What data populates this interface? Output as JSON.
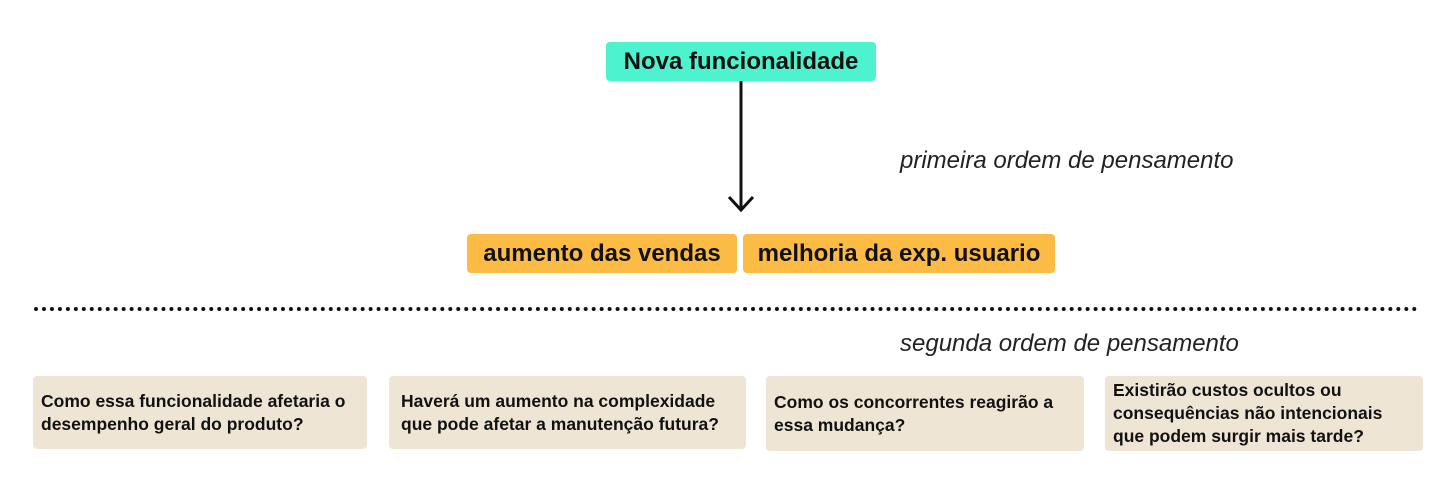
{
  "diagram": {
    "root": {
      "label": "Nova funcionalidade",
      "color": "#4df2cf"
    },
    "first_order": {
      "caption": "primeira ordem de pensamento",
      "color": "#fbbb45",
      "effects": [
        "aumento das vendas",
        "melhoria da exp. usuario"
      ]
    },
    "second_order": {
      "caption": "segunda ordem de pensamento",
      "color": "#efe5d5",
      "questions": [
        "Como essa funcionalidade afetaria o desempenho geral do produto?",
        "Haverá um aumento na complexidade que pode afetar a manutenção futura?",
        "Como os concorrentes reagirão a essa mudança?",
        "Existirão custos ocultos ou consequências não intencionais que podem surgir mais tarde?"
      ]
    }
  }
}
